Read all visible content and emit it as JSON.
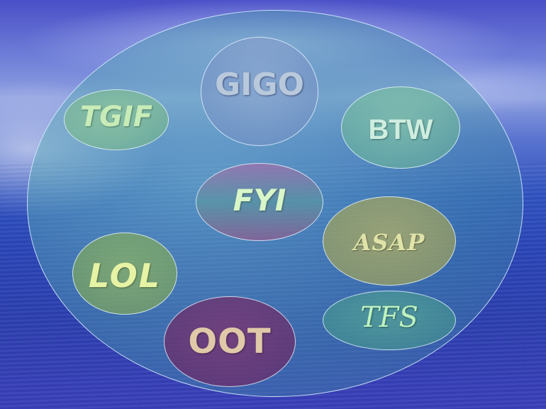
{
  "acronyms": {
    "gigo": "GIGO",
    "tgif": "TGIF",
    "btw": "BTW",
    "fyi": "FYI",
    "asap": "ASAP",
    "lol": "LOL",
    "tfs": "TFS",
    "oot": "OOT"
  },
  "colors": {
    "sky_top": "#4a4fc7",
    "sea": "#2a45b5",
    "big_circle": "#5fa5b5",
    "gigo": "#8a9cce",
    "tgif": "#8ec98a",
    "btw": "#84c9a2",
    "fyi": "#8a6aa0",
    "asap": "#9b9d66",
    "lol": "#8cae6a",
    "tfs": "#4c9a92",
    "oot": "#6a2c66"
  }
}
